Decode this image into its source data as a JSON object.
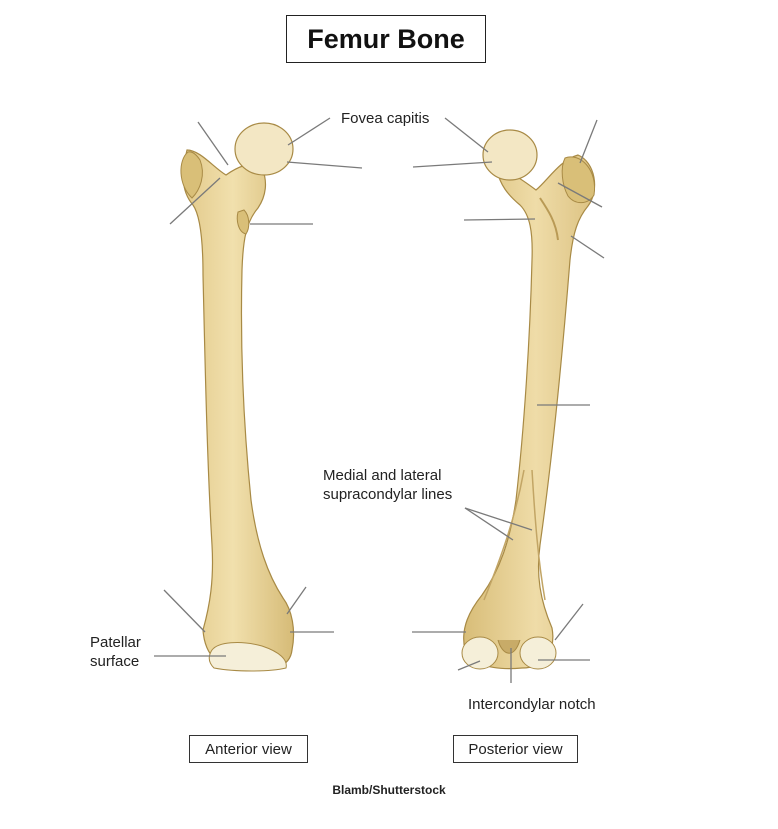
{
  "title": "Femur Bone",
  "labels": {
    "fovea_capitis": "Fovea capitis",
    "supracondylar_lines": "Medial and lateral\nsupracondylar lines",
    "patellar_surface": "Patellar\nsurface",
    "intercondylar_notch": "Intercondylar notch"
  },
  "views": {
    "anterior": "Anterior view",
    "posterior": "Posterior view"
  },
  "credit": "Blamb/Shutterstock",
  "colors": {
    "bone_fill": "#ecd9a0",
    "bone_shadow": "#d9bf78",
    "bone_outline": "#a88a45",
    "cartilage": "#f5efd9",
    "leader_line": "#7a7a7a"
  }
}
